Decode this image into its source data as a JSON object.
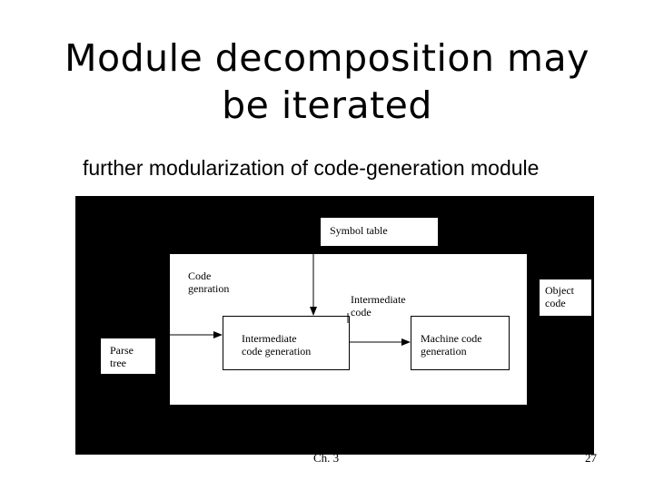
{
  "slide": {
    "title_line1": "Module decomposition may",
    "title_line2": "be iterated",
    "subtitle": "further modularization of code-generation module",
    "footer_chapter": "Ch. 3",
    "page_number": "27"
  },
  "diagram": {
    "symbol_table": "Symbol table",
    "code_generation_line1": "Code",
    "code_generation_line2": "genration",
    "intermediate_code_line1": "Intermediate",
    "intermediate_code_line2": "code",
    "object_code_line1": "Object",
    "object_code_line2": "code",
    "parse_tree_line1": "Parse",
    "parse_tree_line2": "tree",
    "intermediate_gen_line1": "Intermediate",
    "intermediate_gen_line2": "code generation",
    "machine_gen_line1": "Machine code",
    "machine_gen_line2": "generation"
  }
}
